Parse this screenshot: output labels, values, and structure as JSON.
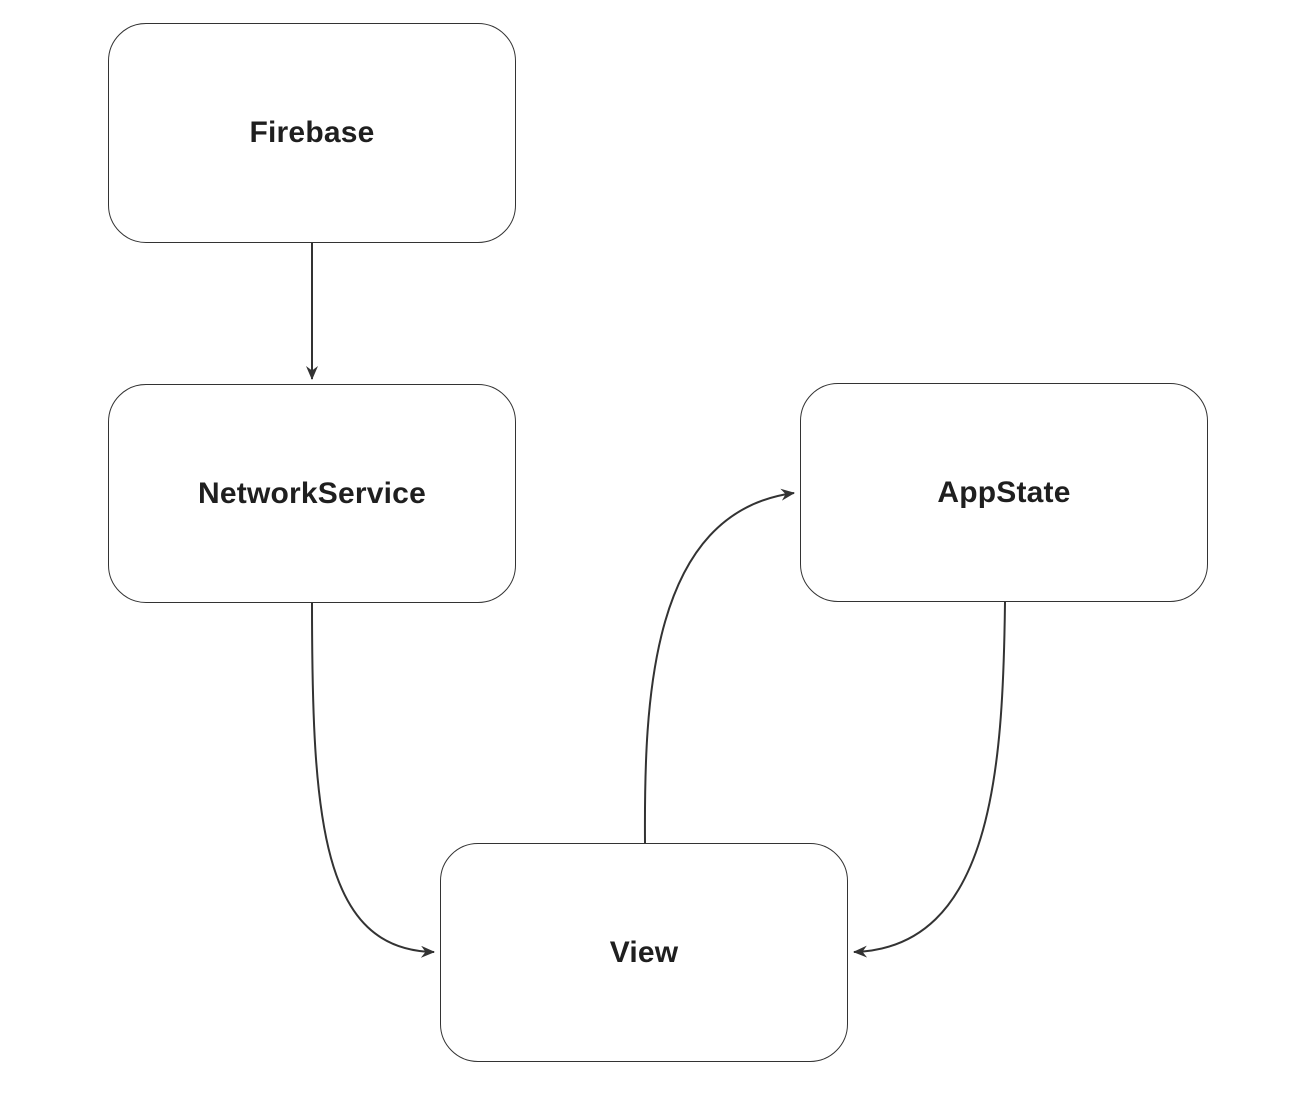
{
  "diagram": {
    "type": "flowchart",
    "background_color": "#ffffff",
    "node_fill_color": "#ffffff",
    "node_border_color": "#333333",
    "edge_color": "#333333",
    "text_color": "#1f1f1f",
    "nodes": [
      {
        "id": "firebase",
        "label": "Firebase"
      },
      {
        "id": "networkservice",
        "label": "NetworkService"
      },
      {
        "id": "appstate",
        "label": "AppState"
      },
      {
        "id": "view",
        "label": "View"
      }
    ],
    "edges": [
      {
        "from": "Firebase",
        "to": "NetworkService"
      },
      {
        "from": "NetworkService",
        "to": "View"
      },
      {
        "from": "View",
        "to": "AppState"
      },
      {
        "from": "AppState",
        "to": "View"
      }
    ]
  }
}
